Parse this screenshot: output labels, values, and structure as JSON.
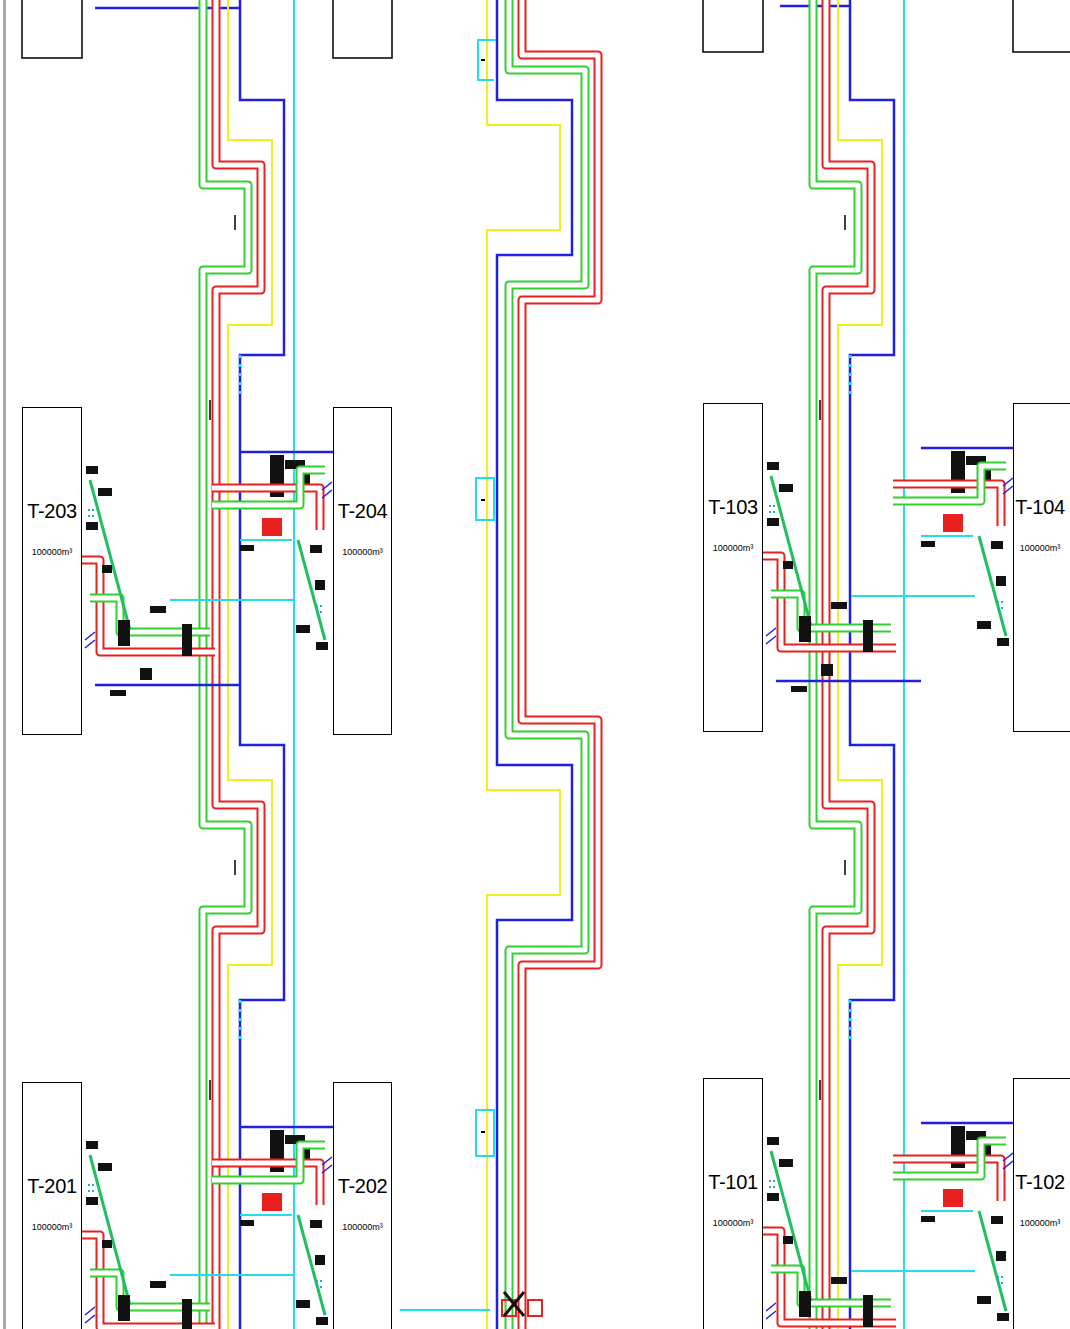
{
  "diagram": {
    "nodes": [
      {
        "text": [
          "T-203",
          "100000m³"
        ]
      },
      {
        "text": [
          "T-204",
          "100000m³"
        ]
      },
      {
        "text": [
          "T-103",
          "100000m³"
        ]
      },
      {
        "text": [
          "T-104",
          "100000m³"
        ]
      },
      {
        "text": [
          "T-201",
          "100000m³"
        ]
      },
      {
        "text": [
          "T-202",
          "100000m³"
        ]
      },
      {
        "text": [
          "T-101",
          "100000m³"
        ]
      },
      {
        "text": [
          "T-102",
          "100000m³"
        ]
      }
    ]
  }
}
